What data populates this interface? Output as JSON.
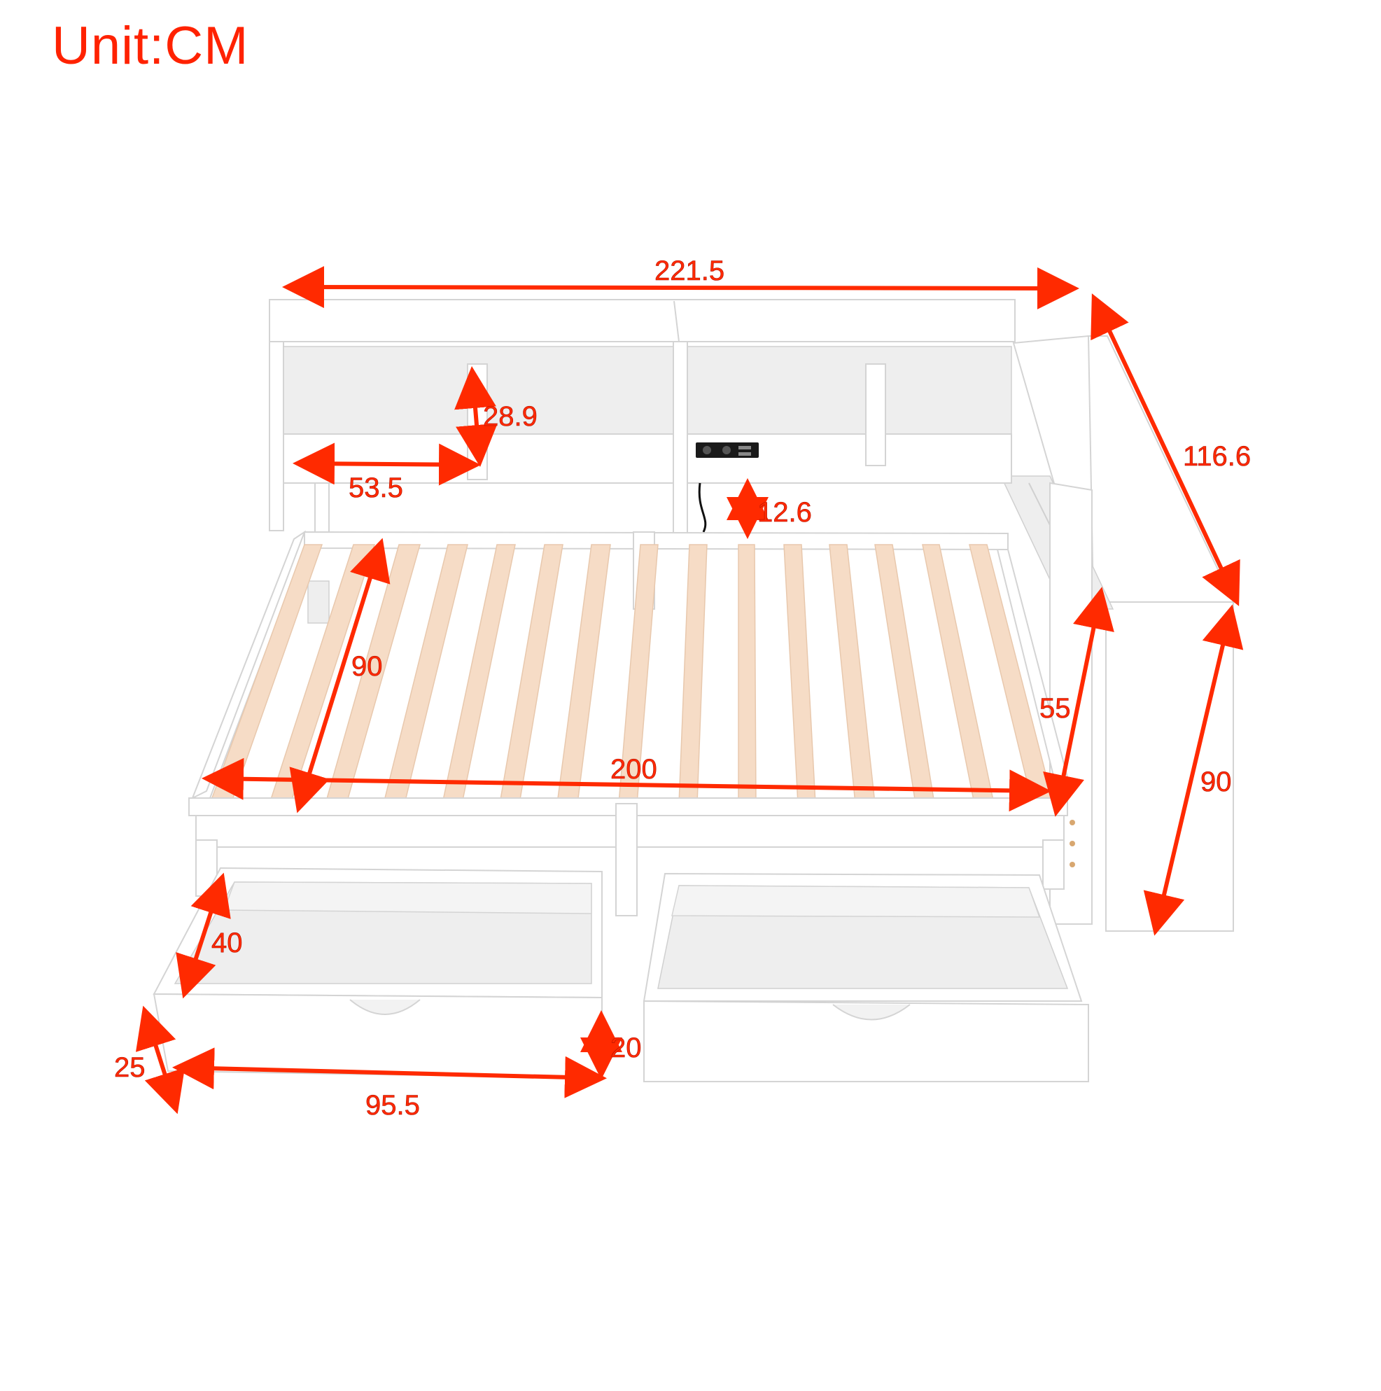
{
  "unit_label": "Unit:CM",
  "accent_color": "#ff2200",
  "dimensions": {
    "overall_length": "221.5",
    "overall_depth": "116.6",
    "overall_height": "90",
    "shelf_height": "28.9",
    "shelf_width": "53.5",
    "outlet_clearance": "12.6",
    "mattress_width": "90",
    "mattress_length": "200",
    "side_shelf_height": "55",
    "drawer_depth": "40",
    "drawer_height_front": "25",
    "drawer_height_inner": "20",
    "drawer_width": "95.5"
  }
}
